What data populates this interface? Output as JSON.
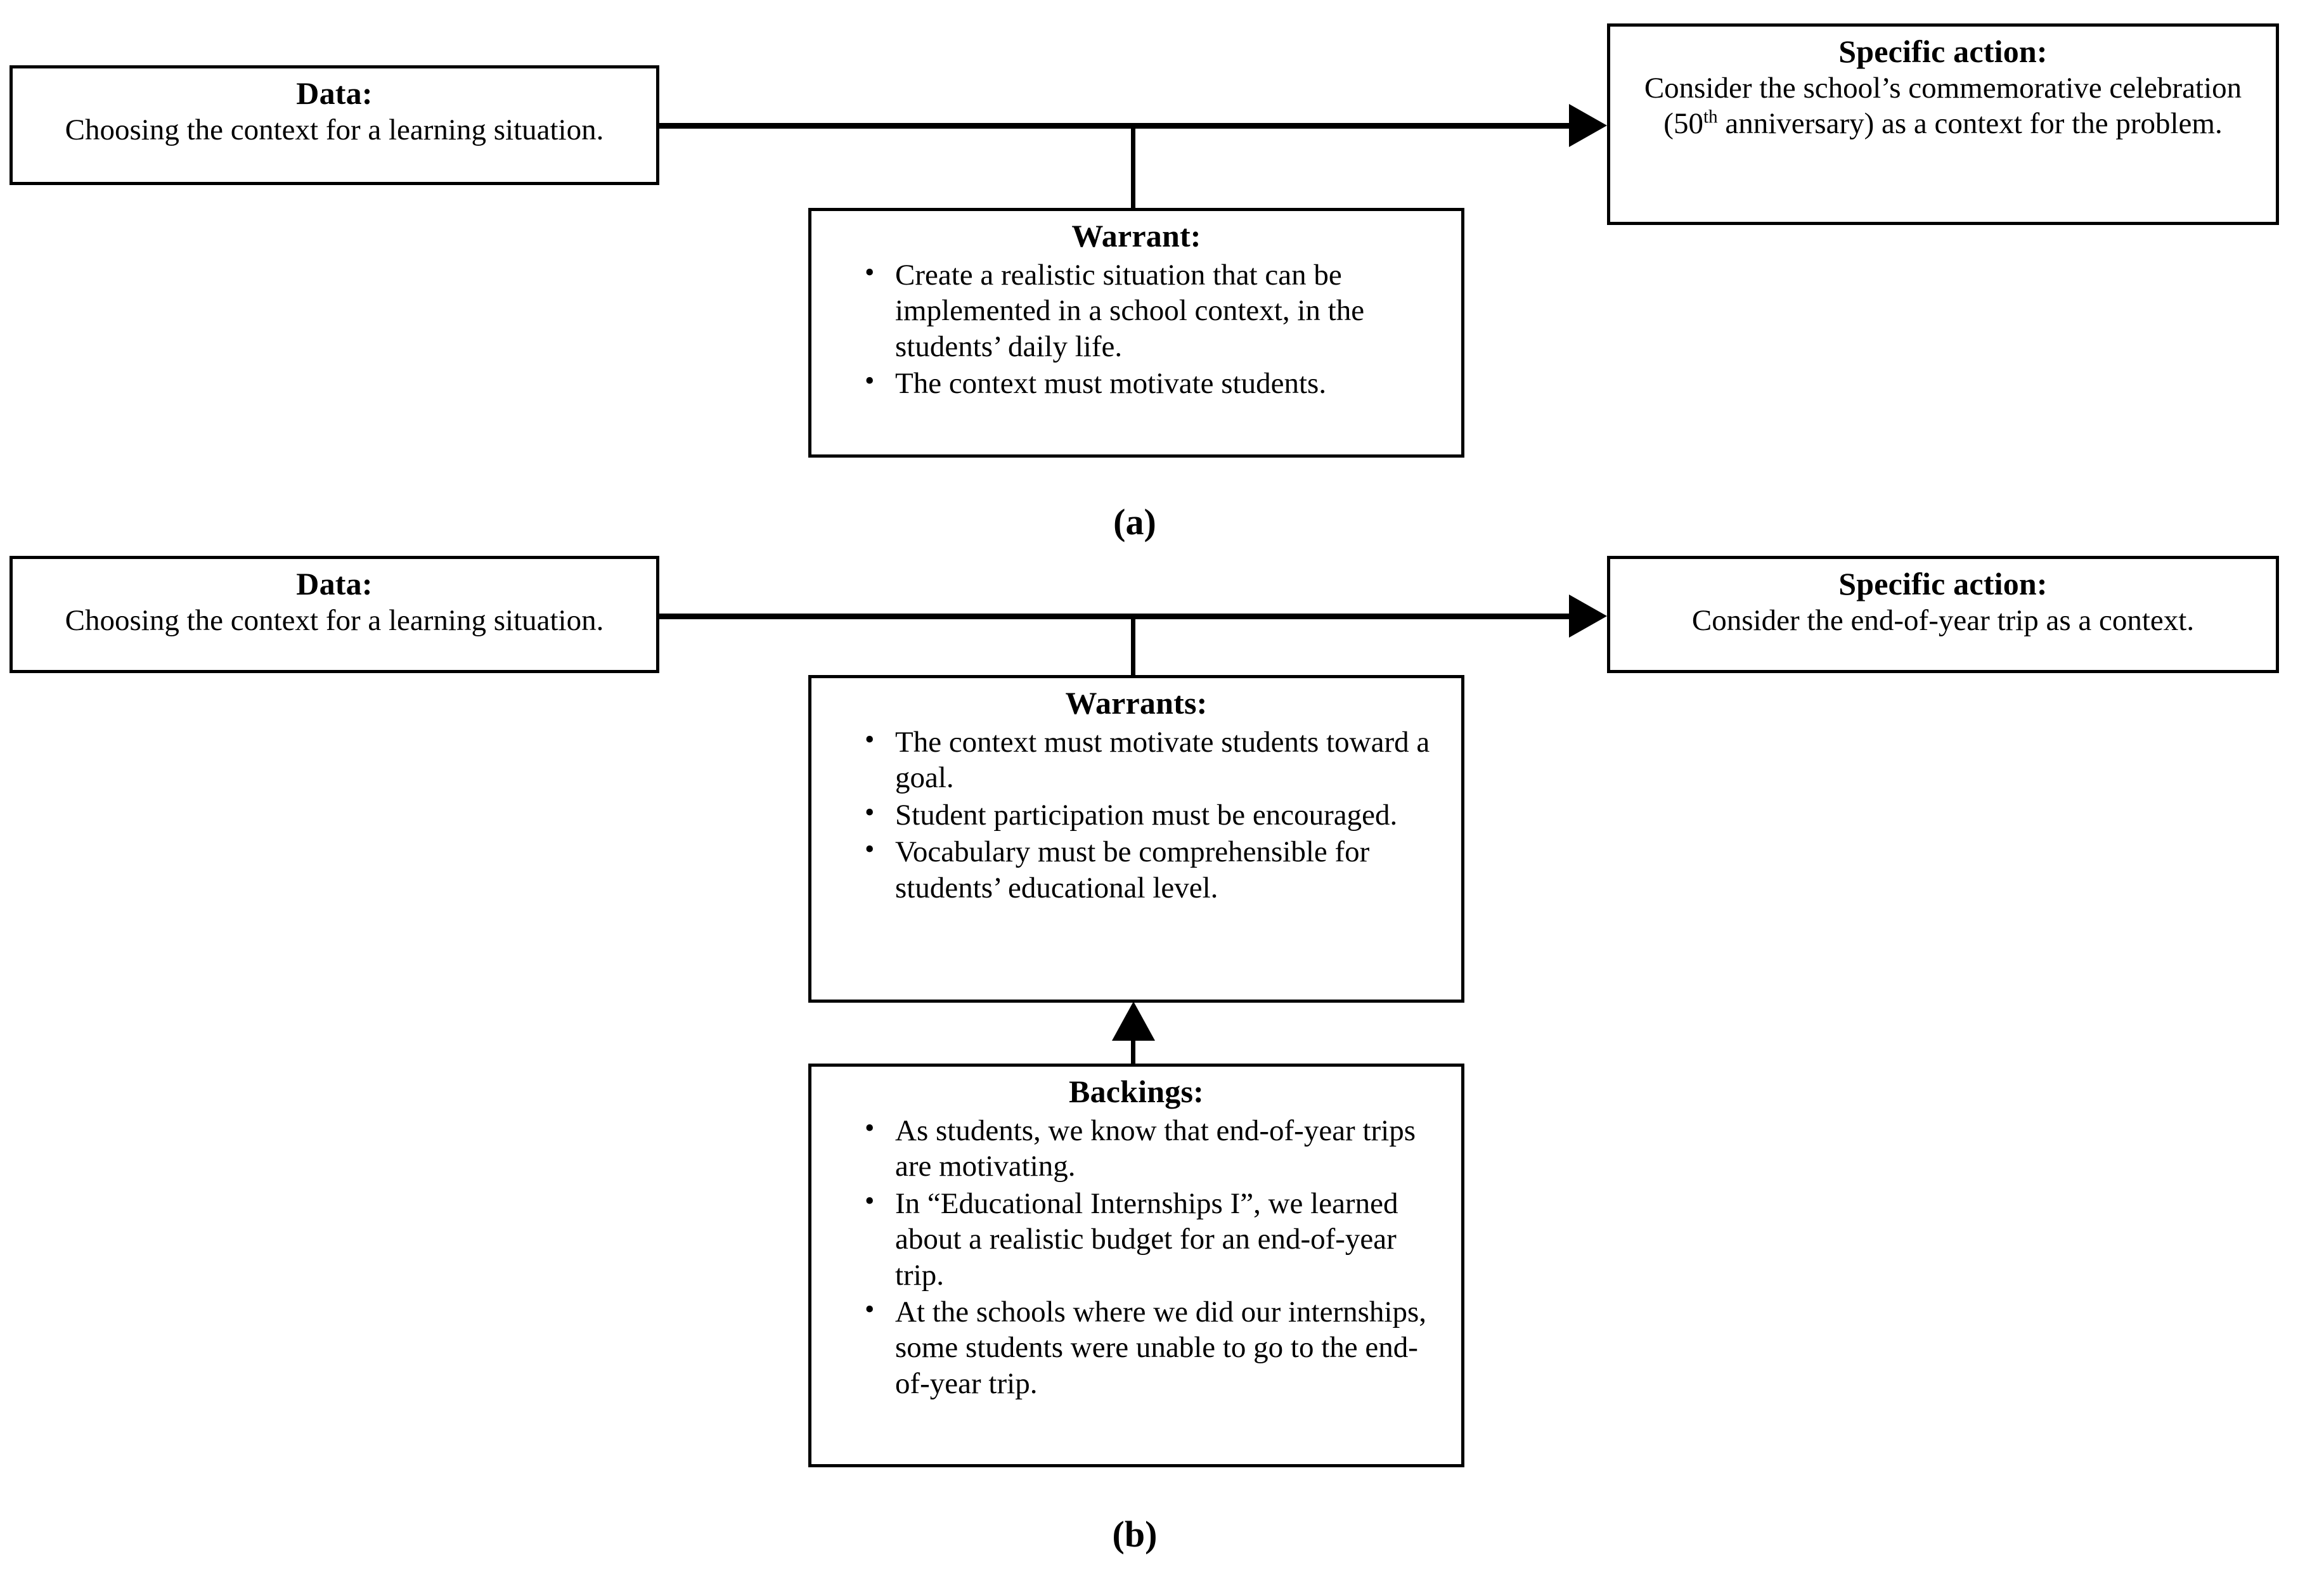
{
  "figure": {
    "panels": [
      {
        "label": "(a)",
        "data_box": {
          "title": "Data:",
          "text": "Choosing the context for a learning situation."
        },
        "specific_action_box": {
          "title": "Specific action:",
          "text_part1": "Consider the school’s commemorative celebration (50",
          "superscript": "th",
          "text_part2": " anniversary) as a context for the problem."
        },
        "warrant_box": {
          "title": "Warrant:",
          "bullets": [
            "Create a realistic situation that can be implemented in a school context, in the students’ daily life.",
            "The context must motivate students."
          ]
        }
      },
      {
        "label": "(b)",
        "data_box": {
          "title": "Data:",
          "text": "Choosing the context for a learning situation."
        },
        "specific_action_box": {
          "title": "Specific action:",
          "text": "Consider the end-of-year trip as a context."
        },
        "warrants_box": {
          "title": "Warrants:",
          "bullets": [
            "The context must motivate students toward a goal.",
            "Student participation must be encouraged.",
            "Vocabulary must be comprehensible for students’ educational level."
          ]
        },
        "backings_box": {
          "title": "Backings:",
          "bullets": [
            "As students, we know that end-of-year trips are motivating.",
            "In “Educational Internships I”, we learned about a realistic budget for an end-of-year trip.",
            "At the schools where we did our internships, some students were unable to go to the end-of-year trip."
          ]
        }
      }
    ],
    "colors": {
      "stroke": "#000000",
      "background": "#ffffff",
      "text": "#000000"
    }
  }
}
